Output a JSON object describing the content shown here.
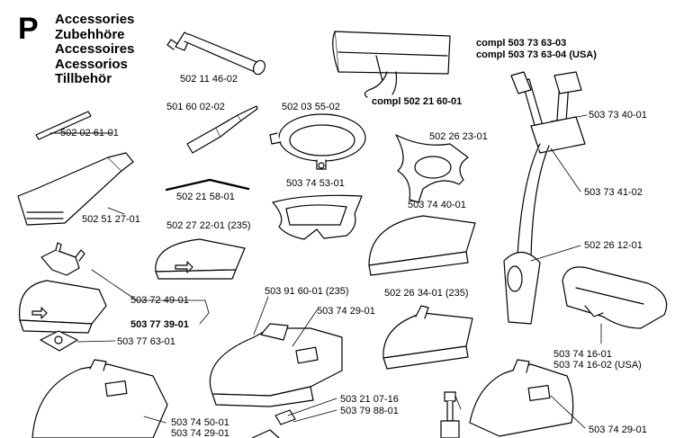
{
  "section_letter": "P",
  "title_lines": [
    "Accessories",
    "Zubehhöre",
    "Accessoires",
    "Acessorios",
    "Tillbehör"
  ],
  "labels": {
    "wrench": "502 11 46-02",
    "rod": "502 02 61-01",
    "tube": "502 51 27-01",
    "screwdriver": "501 60 02-02",
    "ring_clamp": "502 03 55-02",
    "harness_bag": "compl 502 21 60-01",
    "harness_compl_a": "compl 503 73 63-03",
    "harness_compl_b": "compl 503 73 63-04 (USA)",
    "harness_top": "503 73 40-01",
    "harness_mid": "503 73 41-02",
    "harness_pad": "502 26 12-01",
    "star_plate": "502 26 23-01",
    "bent_rod": "502 21 58-01",
    "guard_small_a": "502 27 22-01 (235)",
    "shield_plate": "503 74 53-01",
    "guard_mid_right": "503 74 40-01",
    "bracket": "503 72 49-01",
    "guard_set": "503 77 39-01",
    "square_plate": "503 77 63-01",
    "guard_large_center": "503 91 60-01 (235)",
    "guard_plate_center": "503 74 29-01",
    "guard_mid_lower": "502 26 34-01 (235)",
    "hip_pad_a": "503 74 16-01",
    "hip_pad_b": "503 74 16-02 (USA)",
    "screw": "503 21 07-16",
    "clip": "503 79 88-01",
    "guard_bottom_left_a": "503 74 50-01",
    "guard_bottom_left_b": "503 74 29-01",
    "guard_bottom_right": "503 74 29-01"
  }
}
